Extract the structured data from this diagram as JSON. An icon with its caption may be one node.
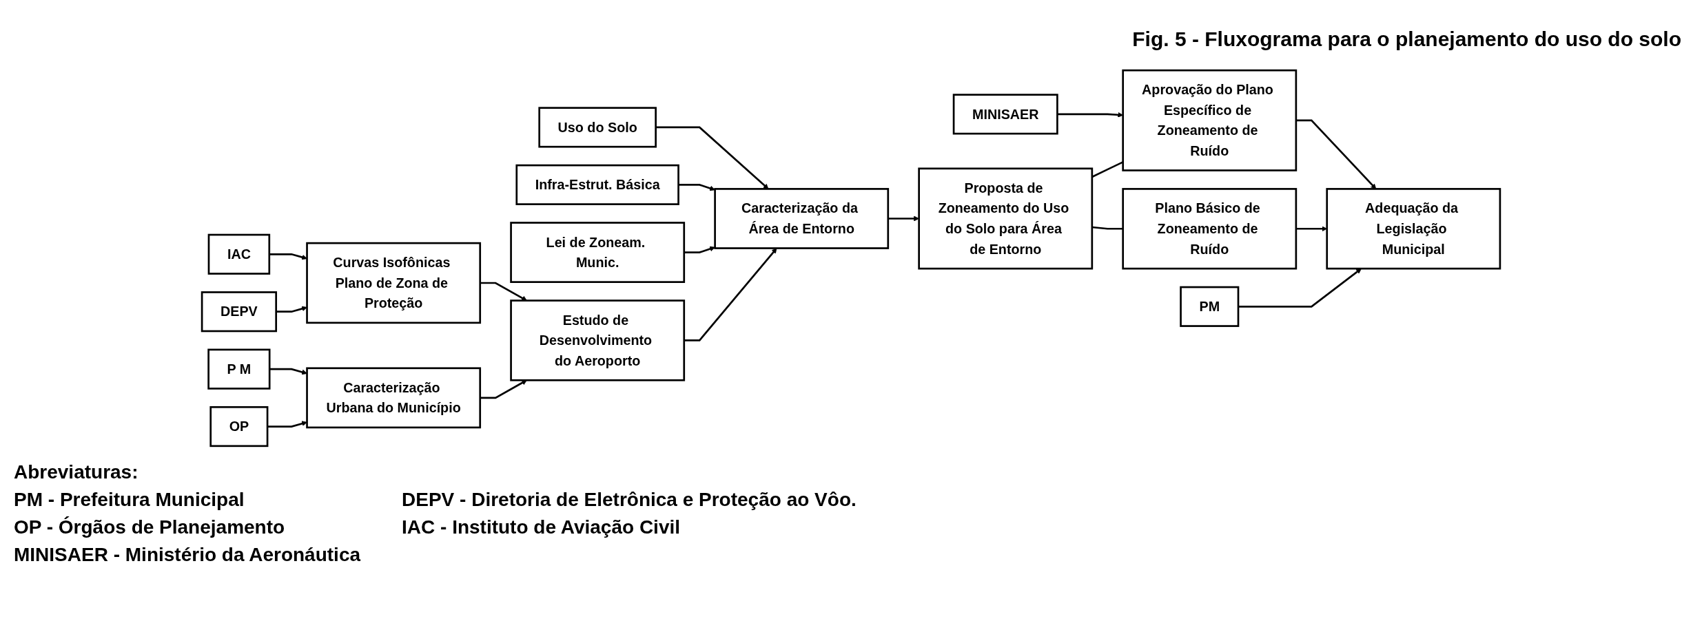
{
  "diagram": {
    "title": "Fig. 5 - Fluxograma para o planejamento do uso do solo",
    "nodes": [
      {
        "text": [
          "P M"
        ]
      },
      {
        "text": [
          "OP"
        ]
      },
      {
        "text": [
          "Caracterização Urbana do Município"
        ]
      },
      {
        "text": [
          "IAC"
        ]
      },
      {
        "text": [
          "DEPV"
        ]
      },
      {
        "text": [
          "Curvas Isofônicas Plano de Zona de Proteção"
        ]
      },
      {
        "text": [
          "Estudo de Desenvolvimento do Aeroporto"
        ]
      },
      {
        "text": [
          "Uso do Solo"
        ]
      },
      {
        "text": [
          "Infra-Estrut. Básica"
        ]
      },
      {
        "text": [
          "Lei de Zoneam. Munic."
        ]
      },
      {
        "text": [
          "Caracterização da Área de Entorno"
        ]
      },
      {
        "text": [
          "Proposta de Zoneamento do Uso do Solo para Área de Entorno"
        ]
      },
      {
        "text": [
          "MINISAER"
        ]
      },
      {
        "text": [
          "Aprovação do Plano Específico de Zoneamento de Ruído"
        ]
      },
      {
        "text": [
          "Plano Básico de Zoneamento de Ruído"
        ]
      },
      {
        "text": [
          "PM"
        ]
      },
      {
        "text": [
          "Adequação da Legislação Municipal"
        ]
      }
    ],
    "edges": [
      {
        "from": 0,
        "to": 2,
        "arrow": "to"
      },
      {
        "from": 1,
        "to": 2,
        "arrow": "to"
      },
      {
        "from": 3,
        "to": 5,
        "arrow": "to"
      },
      {
        "from": 4,
        "to": 5,
        "arrow": "to"
      },
      {
        "from": 5,
        "to": 6,
        "arrow": "to"
      },
      {
        "from": 2,
        "to": 6,
        "arrow": "to"
      },
      {
        "from": 7,
        "to": 10,
        "arrow": "to"
      },
      {
        "from": 8,
        "to": 10,
        "arrow": "to"
      },
      {
        "from": 9,
        "to": 10,
        "arrow": "to"
      },
      {
        "from": 6,
        "to": 10,
        "arrow": "to"
      },
      {
        "from": 10,
        "to": 11,
        "arrow": "to"
      },
      {
        "from": 12,
        "to": 13,
        "arrow": "to"
      },
      {
        "from": 11,
        "to": 13,
        "arrow": "none"
      },
      {
        "from": 11,
        "to": 14,
        "arrow": "none"
      },
      {
        "from": 13,
        "to": 16,
        "arrow": "to"
      },
      {
        "from": 14,
        "to": 16,
        "arrow": "to"
      },
      {
        "from": 15,
        "to": 16,
        "arrow": "to"
      }
    ],
    "labels": [
      "Abreviaturas:",
      "PM - Prefeitura Municipal",
      "DEPV - Diretoria de Eletrônica e Proteção ao Vôo.",
      "OP - Órgãos de Planejamento",
      "IAC - Instituto de Aviação Civil",
      "MINISAER - Ministério da Aeronáutica"
    ]
  }
}
